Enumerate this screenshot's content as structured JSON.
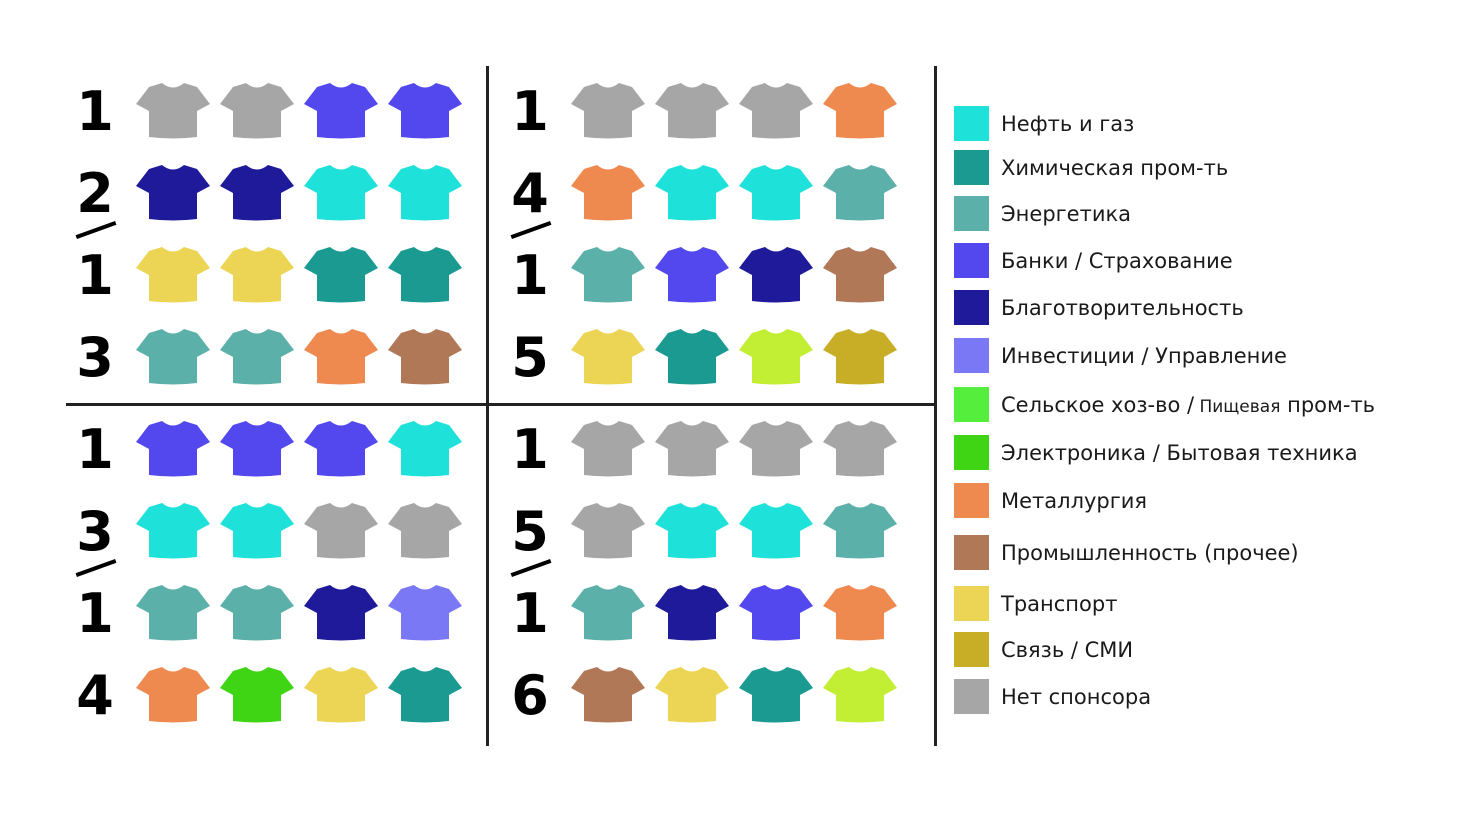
{
  "palette": {
    "oil_gas": "#1ee2d9",
    "chemical": "#1a9a90",
    "energy": "#5cb0aa",
    "banks": "#5348ee",
    "charity": "#1e1a9a",
    "investments": "#7b78f6",
    "agriculture": "#55ee3c",
    "electronics": "#3fd414",
    "metallurgy": "#ee8a4f",
    "industry": "#b17858",
    "transport": "#ecd455",
    "media": "#c8ae26",
    "none": "#a6a6a6",
    "lime": "#c2ee33"
  },
  "quadrants": [
    {
      "label": {
        "top": "1",
        "upper": "2",
        "lower": "1",
        "bottom": "3"
      },
      "rows": [
        [
          "none",
          "none",
          "banks",
          "banks"
        ],
        [
          "charity",
          "charity",
          "oil_gas",
          "oil_gas"
        ],
        [
          "transport",
          "transport",
          "chemical",
          "chemical"
        ],
        [
          "energy",
          "energy",
          "metallurgy",
          "industry"
        ]
      ]
    },
    {
      "label": {
        "top": "1",
        "upper": "4",
        "lower": "1",
        "bottom": "5"
      },
      "rows": [
        [
          "none",
          "none",
          "none",
          "metallurgy"
        ],
        [
          "metallurgy",
          "oil_gas",
          "oil_gas",
          "energy"
        ],
        [
          "energy",
          "banks",
          "charity",
          "industry"
        ],
        [
          "transport",
          "chemical",
          "lime",
          "media"
        ]
      ]
    },
    {
      "label": {
        "top": "1",
        "upper": "3",
        "lower": "1",
        "bottom": "4"
      },
      "rows": [
        [
          "banks",
          "banks",
          "banks",
          "oil_gas"
        ],
        [
          "oil_gas",
          "oil_gas",
          "none",
          "none"
        ],
        [
          "energy",
          "energy",
          "charity",
          "investments"
        ],
        [
          "metallurgy",
          "electronics",
          "transport",
          "chemical"
        ]
      ]
    },
    {
      "label": {
        "top": "1",
        "upper": "5",
        "lower": "1",
        "bottom": "6"
      },
      "rows": [
        [
          "none",
          "none",
          "none",
          "none"
        ],
        [
          "none",
          "oil_gas",
          "oil_gas",
          "energy"
        ],
        [
          "energy",
          "charity",
          "banks",
          "metallurgy"
        ],
        [
          "industry",
          "transport",
          "chemical",
          "lime"
        ]
      ]
    }
  ],
  "legend": [
    {
      "key": "oil_gas",
      "label": "Нефть и газ",
      "icon": "color-swatch"
    },
    {
      "key": "chemical",
      "label": "Химическая пром-ть",
      "icon": "color-swatch"
    },
    {
      "key": "energy",
      "label": "Энергетика",
      "icon": "color-swatch"
    },
    {
      "key": "banks",
      "label": "Банки / Страхование",
      "icon": "color-swatch"
    },
    {
      "key": "charity",
      "label": "Благотворительность",
      "icon": "color-swatch"
    },
    {
      "key": "investments",
      "label": "Инвестиции / Управление",
      "icon": "color-swatch"
    },
    {
      "key": "agriculture",
      "label": "Сельское хоз-во /",
      "label_small": "Пищевая",
      "label_tail": "пром-ть",
      "icon": "color-swatch"
    },
    {
      "key": "electronics",
      "label": "Электроника / Бытовая техника",
      "icon": "color-swatch"
    },
    {
      "key": "metallurgy",
      "label": "Металлургия",
      "icon": "color-swatch"
    },
    {
      "key": "industry",
      "label": "Промышленность (прочее)",
      "icon": "color-swatch"
    },
    {
      "key": "transport",
      "label": "Транспорт",
      "icon": "color-swatch"
    },
    {
      "key": "media",
      "label": "Связь / СМИ",
      "icon": "color-swatch"
    },
    {
      "key": "none",
      "label": "Нет спонсора",
      "icon": "color-swatch"
    }
  ]
}
